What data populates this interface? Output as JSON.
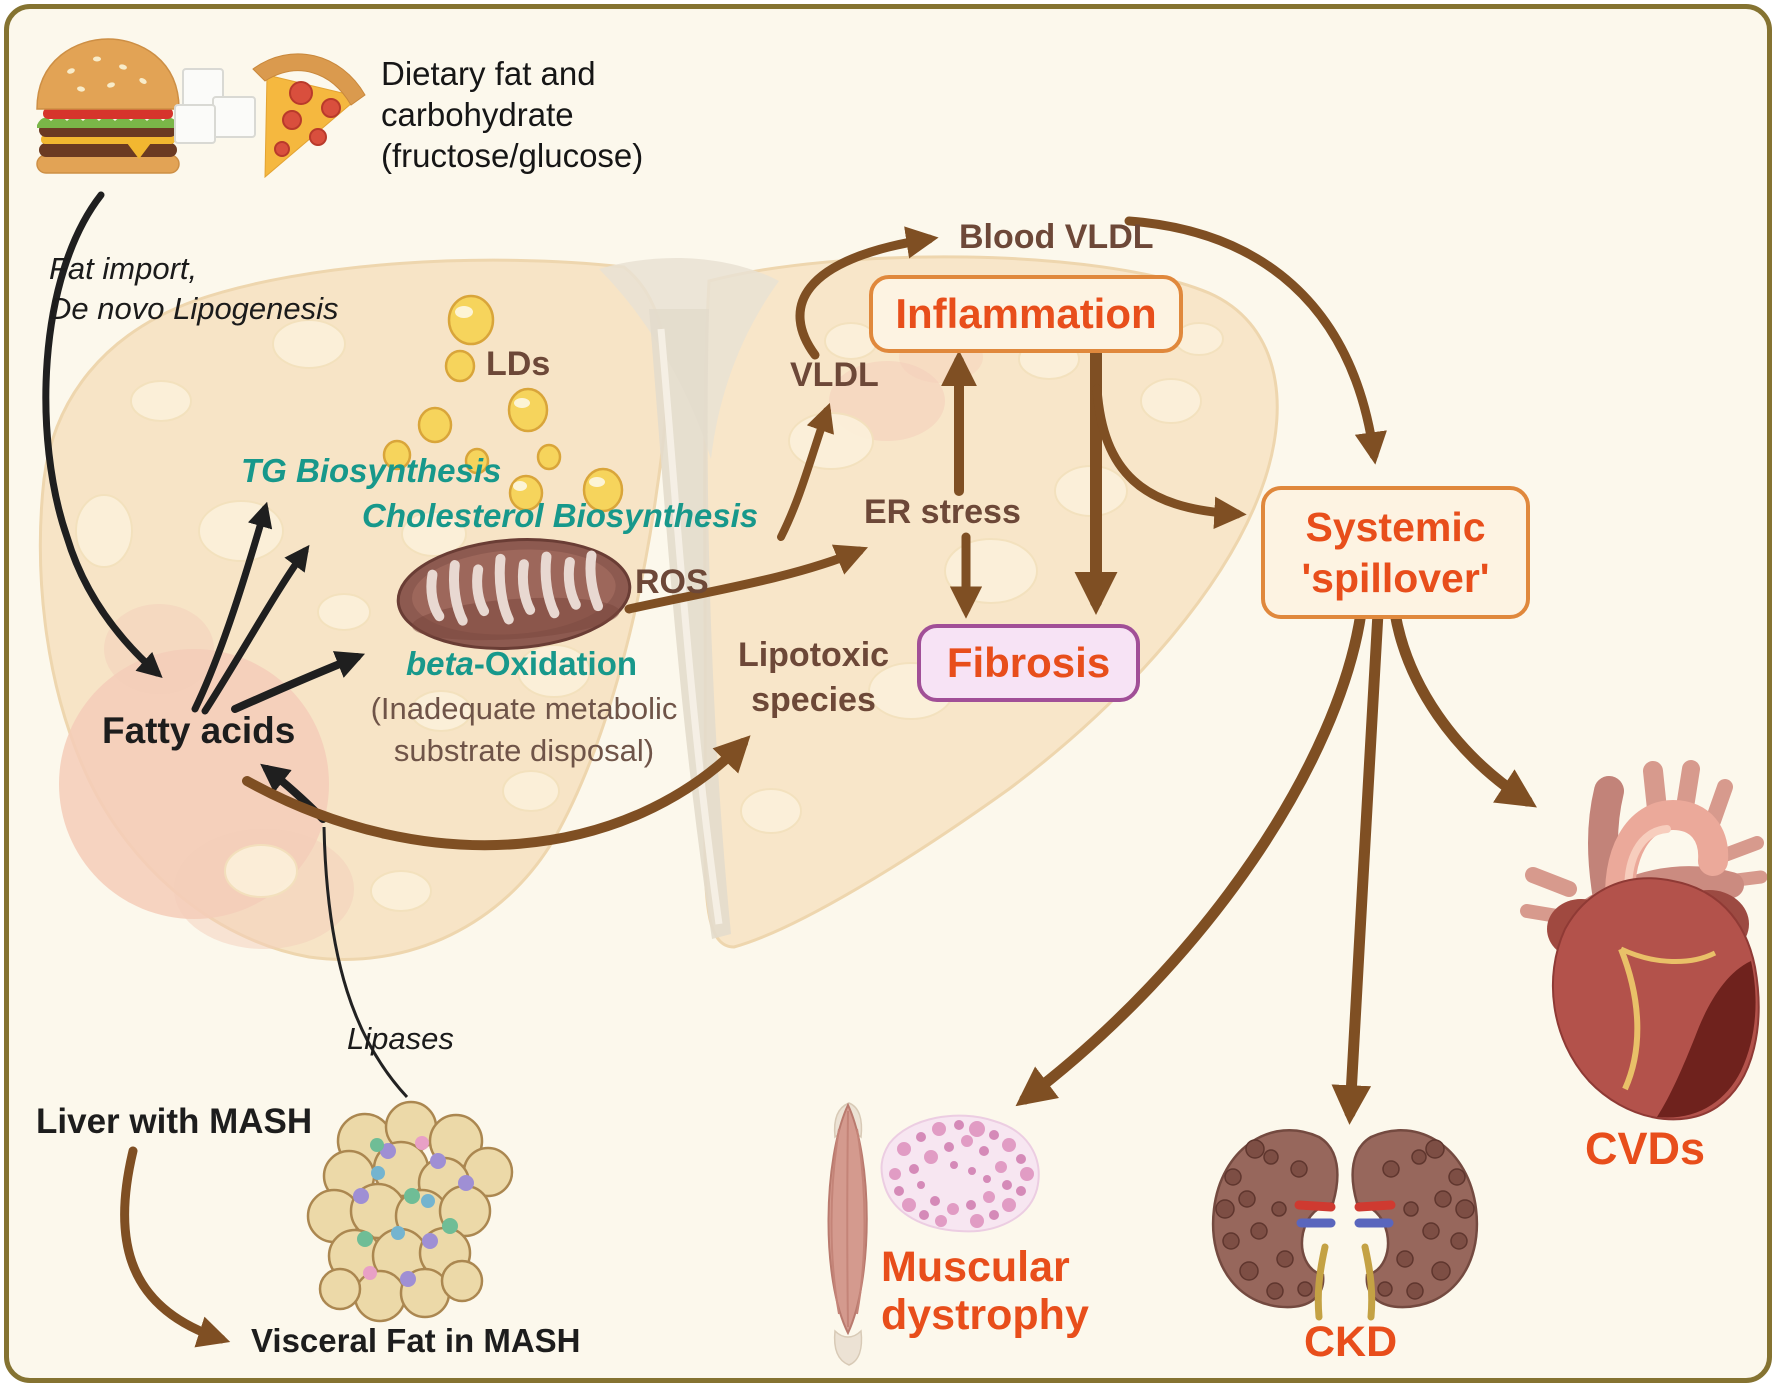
{
  "colors": {
    "background": "#fcf8ec",
    "frame_border": "#857331",
    "arrow_brown": "#7f4f23",
    "arrow_black": "#1f1f1f",
    "label_brown": "#6d4838",
    "label_teal": "#17988b",
    "label_black": "#1d1d1d",
    "accent_orange": "#e84e1b",
    "box_border_orange": "#e0883c",
    "box_fill_cream": "#fdf3e2",
    "fibrosis_border": "#a14f97",
    "fibrosis_fill": "#f7e3f5",
    "liver_fill": "#f7e4c6",
    "droplet_yellow": "#f6d45c"
  },
  "icons": [
    "burger-icon",
    "sugar-cubes-icon",
    "pizza-icon",
    "liver-illustration",
    "lipid-droplets",
    "mitochondrion-icon",
    "visceral-fat-illustration",
    "muscle-illustration",
    "muscle-histology-illustration",
    "kidneys-illustration",
    "heart-illustration"
  ],
  "dietary": {
    "line1": "Dietary fat and",
    "line2": "carbohydrate",
    "line3": "(fructose/glucose)"
  },
  "fat_import": {
    "line1": "Fat import,",
    "line2": "De novo Lipogenesis"
  },
  "liver": {
    "lds": "LDs",
    "tg_biosynthesis": "TG Biosynthesis",
    "cholesterol_biosynthesis": "Cholesterol Biosynthesis",
    "ros": "ROS",
    "beta_oxidation_italic": "beta",
    "beta_oxidation_rest": "-Oxidation",
    "inadequate_line1": "(Inadequate metabolic",
    "inadequate_line2": "substrate disposal)",
    "fatty_acids": "Fatty acids",
    "vldl": "VLDL",
    "er_stress": "ER stress",
    "lipotoxic_line1": "Lipotoxic",
    "lipotoxic_line2": "species"
  },
  "blood_vldl": "Blood VLDL",
  "boxes": {
    "inflammation": "Inflammation",
    "fibrosis": "Fibrosis",
    "systemic_line1": "Systemic",
    "systemic_line2": "'spillover'"
  },
  "bottom": {
    "lipases": "Lipases",
    "liver_with_mash": "Liver with MASH",
    "visceral_fat": "Visceral Fat in MASH",
    "muscular_line1": "Muscular",
    "muscular_line2": "dystrophy",
    "ckd": "CKD",
    "cvds": "CVDs"
  }
}
